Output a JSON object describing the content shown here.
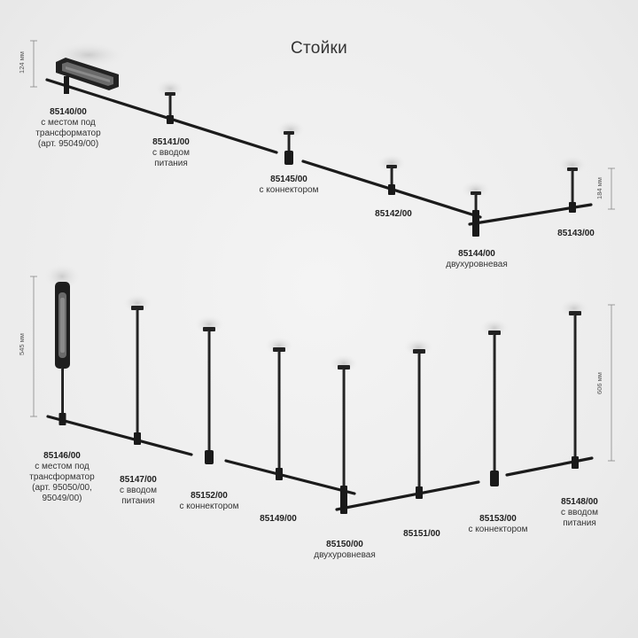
{
  "title": "Стойки",
  "dimensions": {
    "top_left": "124 мм",
    "top_right": "184 мм",
    "bottom_left": "545 мм",
    "bottom_right": "606 мм"
  },
  "items": [
    {
      "code": "85140/00",
      "lines": [
        "с местом под",
        "трансформатор",
        "(арт. 95049/00)"
      ]
    },
    {
      "code": "85141/00",
      "lines": [
        "с вводом",
        "питания"
      ]
    },
    {
      "code": "85145/00",
      "lines": [
        "с коннектором"
      ]
    },
    {
      "code": "85142/00",
      "lines": []
    },
    {
      "code": "85144/00",
      "lines": [
        "двухуровневая"
      ]
    },
    {
      "code": "85143/00",
      "lines": []
    },
    {
      "code": "85146/00",
      "lines": [
        "с местом под",
        "трансформатор",
        "(арт. 95050/00,",
        "95049/00)"
      ]
    },
    {
      "code": "85147/00",
      "lines": [
        "с вводом",
        "питания"
      ]
    },
    {
      "code": "85152/00",
      "lines": [
        "с коннектором"
      ]
    },
    {
      "code": "85149/00",
      "lines": []
    },
    {
      "code": "85150/00",
      "lines": [
        "двухуровневая"
      ]
    },
    {
      "code": "85151/00",
      "lines": []
    },
    {
      "code": "85153/00",
      "lines": [
        "с коннектором"
      ]
    },
    {
      "code": "85148/00",
      "lines": [
        "с вводом",
        "питания"
      ]
    }
  ]
}
